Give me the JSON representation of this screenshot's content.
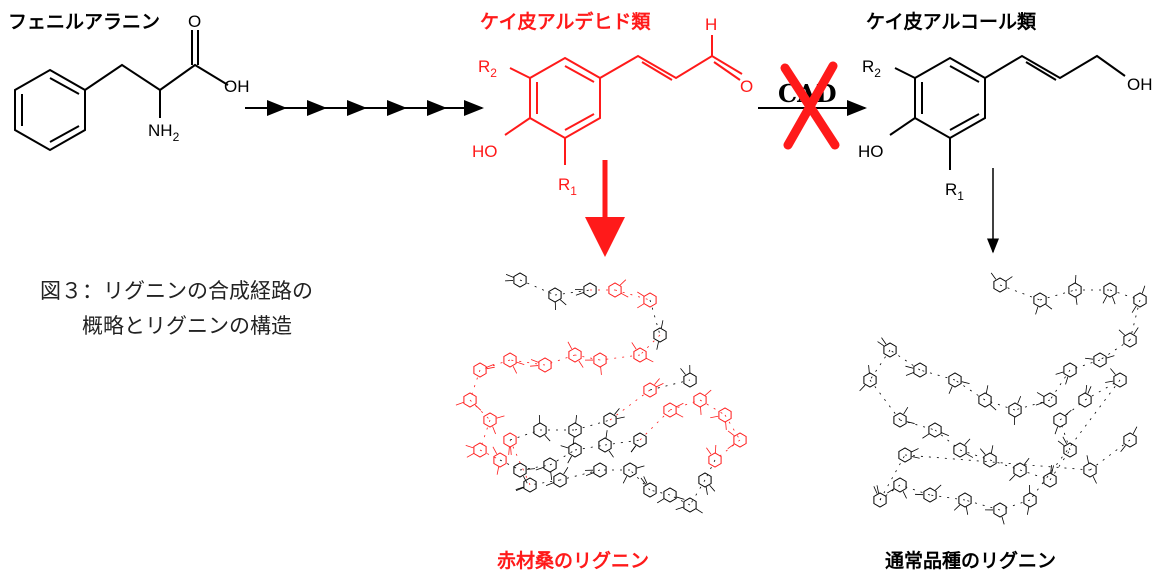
{
  "colors": {
    "highlight": "#ff1a1a",
    "black": "#000000"
  },
  "phenylalanine": {
    "title": "フェニルアラニン",
    "o": "O",
    "oh": "OH",
    "nh2": "NH",
    "nh2_sub": "2"
  },
  "aldehyde": {
    "title": "ケイ皮アルデヒド類",
    "h": "H",
    "o": "O",
    "r2": "R",
    "r2_sub": "2",
    "ho": "HO",
    "r1": "R",
    "r1_sub": "1"
  },
  "enzyme": {
    "label": "CAD",
    "blocked": true
  },
  "alcohol": {
    "title": "ケイ皮アルコール類",
    "oh": "OH",
    "r2": "R",
    "r2_sub": "2",
    "ho": "HO",
    "r1": "R",
    "r1_sub": "1"
  },
  "caption": {
    "line1": "図３：リグニンの合成経路の",
    "line2": "概略とリグニンの構造"
  },
  "lignin_red": {
    "label": "赤材桑のリグニン"
  },
  "lignin_normal": {
    "label": "通常品種のリグニン"
  }
}
